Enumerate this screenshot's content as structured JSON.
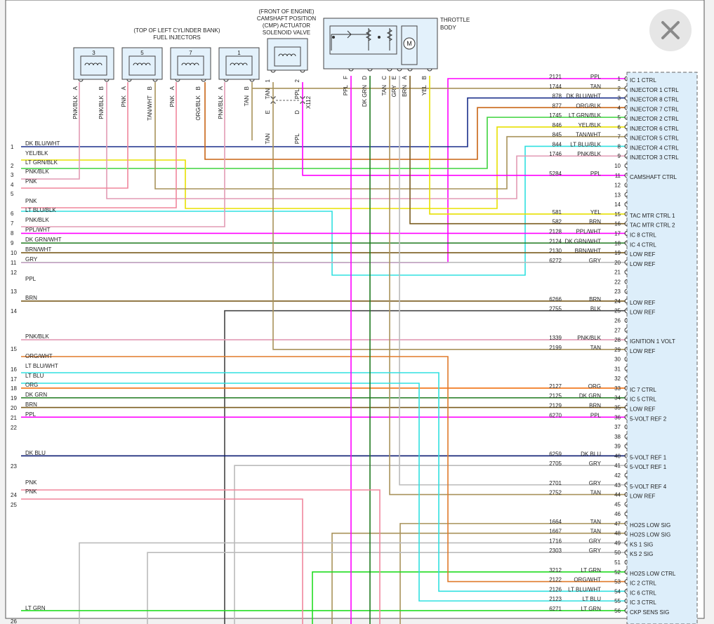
{
  "labels": {
    "injectors_title_1": "(TOP OF LEFT CYLINDER BANK)",
    "injectors_title_2": "FUEL INJECTORS",
    "cmp_title_1": "(FRONT OF ENGINE)",
    "cmp_title_2": "CAMSHAFT POSITION",
    "cmp_title_3": "(CMP) ACTUATOR",
    "cmp_title_4": "SOLENOID VALVE",
    "throttle_title_1": "THROTTLE",
    "throttle_title_2": "BODY",
    "motor_symbol": "M",
    "cmp_connector": "X112"
  },
  "colors": {
    "PPL": "#ff00ff",
    "TAN": "#a8925a",
    "DK BLU/WHT": "#1a2f8a",
    "ORG/BLK": "#c86414",
    "LT GRN/BLK": "#3ed33e",
    "YEL/BLK": "#e8e000",
    "TAN/WHT": "#a8925a",
    "LT BLU/BLK": "#30e0e0",
    "PNK/BLK": "#e29ab4",
    "YEL": "#e8e000",
    "BRN": "#7a5c1e",
    "PPL/WHT": "#ff00ff",
    "DK GRN/WHT": "#1f7a1f",
    "BRN/WHT": "#7a5c1e",
    "GRY": "#bbbbbb",
    "BLK": "#444444",
    "ORG": "#f07010",
    "ORG/WHT": "#e07a2a",
    "LT BLU": "#30e0e0",
    "LT BLU/WHT": "#30e0e0",
    "DK GRN": "#1f7a1f",
    "DK BLU": "#0a1a70",
    "LT GRN": "#22dd22",
    "PNK": "#f0869c",
    "component_fill": "#e3f1fb",
    "ecm_fill": "#ddeefa"
  },
  "injectors": [
    {
      "num": "3",
      "pins": [
        {
          "letter": "A",
          "wire": "PNK/BLK"
        },
        {
          "letter": "B",
          "wire": "PNK/BLK"
        }
      ]
    },
    {
      "num": "5",
      "pins": [
        {
          "letter": "A",
          "wire": "PNK"
        },
        {
          "letter": "B",
          "wire": "TAN/WHT"
        }
      ]
    },
    {
      "num": "7",
      "pins": [
        {
          "letter": "A",
          "wire": "PNK"
        },
        {
          "letter": "B",
          "wire": "ORG/BLK"
        }
      ]
    },
    {
      "num": "1",
      "pins": [
        {
          "letter": "A",
          "wire": "PNK/BLK"
        },
        {
          "letter": "B",
          "wire": "TAN"
        }
      ]
    }
  ],
  "cmp_pins": [
    {
      "pin": "1",
      "wire": "TAN",
      "mate": "E",
      "wire2": "TAN"
    },
    {
      "pin": "2",
      "wire": "PPL",
      "mate": "D",
      "wire2": "PPL"
    }
  ],
  "throttle_pins": [
    {
      "letter": "F",
      "wire": "PPL"
    },
    {
      "letter": "D",
      "wire": "DK GRN"
    },
    {
      "letter": "C",
      "wire": "TAN"
    },
    {
      "letter": "E",
      "wire": "GRY"
    },
    {
      "letter": "A",
      "wire": "BRN"
    },
    {
      "letter": "B",
      "wire": "YEL"
    }
  ],
  "left_wires": [
    {
      "num": "1",
      "label": "DK BLU/WHT"
    },
    {
      "num": "",
      "label": "YEL/BLK"
    },
    {
      "num": "2",
      "label": "LT GRN/BLK"
    },
    {
      "num": "3",
      "label": "PNK/BLK"
    },
    {
      "num": "4",
      "label": "PNK"
    },
    {
      "num": "5",
      "label": ""
    },
    {
      "num": "",
      "label": "PNK"
    },
    {
      "num": "6",
      "label": "LT BLU/BLK"
    },
    {
      "num": "7",
      "label": "PNK/BLK"
    },
    {
      "num": "8",
      "label": "PPL/WHT"
    },
    {
      "num": "9",
      "label": "DK GRN/WHT"
    },
    {
      "num": "10",
      "label": "BRN/WHT"
    },
    {
      "num": "11",
      "label": "GRY"
    },
    {
      "num": "12",
      "label": ""
    },
    {
      "num": "",
      "label": "PPL"
    },
    {
      "num": "13",
      "label": ""
    },
    {
      "num": "",
      "label": "BRN"
    },
    {
      "num": "14",
      "label": ""
    },
    {
      "num": "",
      "label": "PNK/BLK"
    },
    {
      "num": "15",
      "label": ""
    },
    {
      "num": "",
      "label": "ORG/WHT"
    },
    {
      "num": "16",
      "label": "LT BLU/WHT"
    },
    {
      "num": "17",
      "label": "LT BLU"
    },
    {
      "num": "18",
      "label": "ORG"
    },
    {
      "num": "19",
      "label": "DK GRN"
    },
    {
      "num": "20",
      "label": "BRN"
    },
    {
      "num": "21",
      "label": "PPL"
    },
    {
      "num": "22",
      "label": ""
    },
    {
      "num": "",
      "label": "DK BLU"
    },
    {
      "num": "23",
      "label": ""
    },
    {
      "num": "",
      "label": "PNK"
    },
    {
      "num": "24",
      "label": "PNK"
    },
    {
      "num": "25",
      "label": ""
    },
    {
      "num": "",
      "label": "LT GRN"
    },
    {
      "num": "26",
      "label": ""
    }
  ],
  "ecm_pins": [
    {
      "pin": "1",
      "circuit": "2121",
      "wire": "PPL",
      "func": "IC 1 CTRL"
    },
    {
      "pin": "2",
      "circuit": "1744",
      "wire": "TAN",
      "func": "INJECTOR 1 CTRL"
    },
    {
      "pin": "3",
      "circuit": "878",
      "wire": "DK BLU/WHT",
      "func": "INJECTOR 8 CTRL"
    },
    {
      "pin": "4",
      "circuit": "877",
      "wire": "ORG/BLK",
      "func": "INJECTOR 7 CTRL"
    },
    {
      "pin": "5",
      "circuit": "1745",
      "wire": "LT GRN/BLK",
      "func": "INJECTOR 2 CTRL"
    },
    {
      "pin": "6",
      "circuit": "846",
      "wire": "YEL/BLK",
      "func": "INJECTOR 6 CTRL"
    },
    {
      "pin": "7",
      "circuit": "845",
      "wire": "TAN/WHT",
      "func": "INJECTOR 5 CTRL"
    },
    {
      "pin": "8",
      "circuit": "844",
      "wire": "LT BLU/BLK",
      "func": "INJECTOR 4 CTRL"
    },
    {
      "pin": "9",
      "circuit": "1746",
      "wire": "PNK/BLK",
      "func": "INJECTOR 3 CTRL"
    },
    {
      "pin": "10",
      "circuit": "",
      "wire": "",
      "func": ""
    },
    {
      "pin": "11",
      "circuit": "5284",
      "wire": "PPL",
      "func": "CAMSHAFT CTRL"
    },
    {
      "pin": "12",
      "circuit": "",
      "wire": "",
      "func": ""
    },
    {
      "pin": "13",
      "circuit": "",
      "wire": "",
      "func": ""
    },
    {
      "pin": "14",
      "circuit": "",
      "wire": "",
      "func": ""
    },
    {
      "pin": "15",
      "circuit": "581",
      "wire": "YEL",
      "func": "TAC MTR CTRL 1"
    },
    {
      "pin": "16",
      "circuit": "582",
      "wire": "BRN",
      "func": "TAC MTR CTRL 2"
    },
    {
      "pin": "17",
      "circuit": "2128",
      "wire": "PPL/WHT",
      "func": "IC 8 CTRL"
    },
    {
      "pin": "18",
      "circuit": "2124",
      "wire": "DK GRN/WHT",
      "func": "IC 4 CTRL"
    },
    {
      "pin": "19",
      "circuit": "2130",
      "wire": "BRN/WHT",
      "func": "LOW REF"
    },
    {
      "pin": "20",
      "circuit": "6272",
      "wire": "GRY",
      "func": "LOW REF"
    },
    {
      "pin": "21",
      "circuit": "",
      "wire": "",
      "func": ""
    },
    {
      "pin": "22",
      "circuit": "",
      "wire": "",
      "func": ""
    },
    {
      "pin": "23",
      "circuit": "",
      "wire": "",
      "func": ""
    },
    {
      "pin": "24",
      "circuit": "6266",
      "wire": "BRN",
      "func": "LOW REF"
    },
    {
      "pin": "25",
      "circuit": "2755",
      "wire": "BLK",
      "func": "LOW REF"
    },
    {
      "pin": "26",
      "circuit": "",
      "wire": "",
      "func": ""
    },
    {
      "pin": "27",
      "circuit": "",
      "wire": "",
      "func": ""
    },
    {
      "pin": "28",
      "circuit": "1339",
      "wire": "PNK/BLK",
      "func": "IGNITION 1 VOLT"
    },
    {
      "pin": "29",
      "circuit": "2199",
      "wire": "TAN",
      "func": "LOW REF"
    },
    {
      "pin": "30",
      "circuit": "",
      "wire": "",
      "func": ""
    },
    {
      "pin": "31",
      "circuit": "",
      "wire": "",
      "func": ""
    },
    {
      "pin": "32",
      "circuit": "",
      "wire": "",
      "func": ""
    },
    {
      "pin": "33",
      "circuit": "2127",
      "wire": "ORG",
      "func": "IC 7 CTRL"
    },
    {
      "pin": "34",
      "circuit": "2125",
      "wire": "DK GRN",
      "func": "IC 5 CTRL"
    },
    {
      "pin": "35",
      "circuit": "2129",
      "wire": "BRN",
      "func": "LOW REF"
    },
    {
      "pin": "36",
      "circuit": "6270",
      "wire": "PPL",
      "func": "5-VOLT REF 2"
    },
    {
      "pin": "37",
      "circuit": "",
      "wire": "",
      "func": ""
    },
    {
      "pin": "38",
      "circuit": "",
      "wire": "",
      "func": ""
    },
    {
      "pin": "39",
      "circuit": "",
      "wire": "",
      "func": ""
    },
    {
      "pin": "40",
      "circuit": "6259",
      "wire": "DK BLU",
      "func": "5-VOLT REF 1"
    },
    {
      "pin": "41",
      "circuit": "2705",
      "wire": "GRY",
      "func": "5-VOLT REF 1"
    },
    {
      "pin": "42",
      "circuit": "",
      "wire": "",
      "func": ""
    },
    {
      "pin": "43",
      "circuit": "2701",
      "wire": "GRY",
      "func": "5-VOLT REF 4"
    },
    {
      "pin": "44",
      "circuit": "2752",
      "wire": "TAN",
      "func": "LOW REF"
    },
    {
      "pin": "45",
      "circuit": "",
      "wire": "",
      "func": ""
    },
    {
      "pin": "46",
      "circuit": "",
      "wire": "",
      "func": ""
    },
    {
      "pin": "47",
      "circuit": "1664",
      "wire": "TAN",
      "func": "HO2S LOW SIG"
    },
    {
      "pin": "48",
      "circuit": "1667",
      "wire": "TAN",
      "func": "HO2S LOW SIG"
    },
    {
      "pin": "49",
      "circuit": "1716",
      "wire": "GRY",
      "func": "KS 1 SIG"
    },
    {
      "pin": "50",
      "circuit": "2303",
      "wire": "GRY",
      "func": "KS 2 SIG"
    },
    {
      "pin": "51",
      "circuit": "",
      "wire": "",
      "func": ""
    },
    {
      "pin": "52",
      "circuit": "3212",
      "wire": "LT GRN",
      "func": "HO2S LOW CTRL"
    },
    {
      "pin": "53",
      "circuit": "2122",
      "wire": "ORG/WHT",
      "func": "IC 2 CTRL"
    },
    {
      "pin": "54",
      "circuit": "2126",
      "wire": "LT BLU/WHT",
      "func": "IC 6 CTRL"
    },
    {
      "pin": "55",
      "circuit": "2123",
      "wire": "LT BLU",
      "func": "IC 3 CTRL"
    },
    {
      "pin": "56",
      "circuit": "6271",
      "wire": "LT GRN",
      "func": "CKP SENS SIG"
    }
  ],
  "close_button": {
    "icon": "close-icon"
  }
}
